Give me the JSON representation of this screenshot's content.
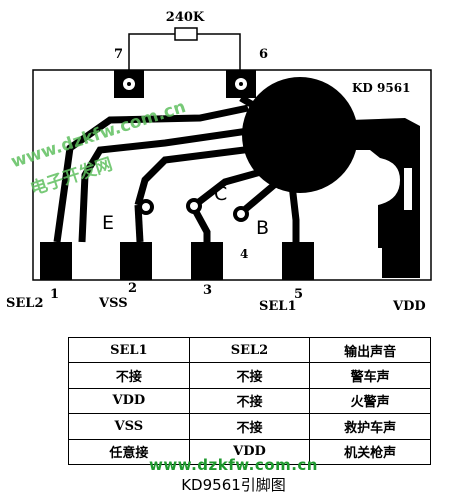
{
  "resistor": {
    "value": "240K"
  },
  "chip": {
    "name": "KD 9561"
  },
  "pins": {
    "p7": "7",
    "p6": "6",
    "p1": "1",
    "p2": "2",
    "p3": "3",
    "p4": "4",
    "p5": "5"
  },
  "pin_names": {
    "sel2": "SEL2",
    "vss": "VSS",
    "sel1": "SEL1",
    "vdd": "VDD"
  },
  "transistor": {
    "e": "E",
    "c": "C",
    "b": "B"
  },
  "watermark": {
    "diagonal": "www.dzkfw.com.cn",
    "diagonal_cn": "电子开发网",
    "bottom": "www.dzkfw.com.cn"
  },
  "table": {
    "headers": [
      "SEL1",
      "SEL2",
      "输出声音"
    ],
    "rows": [
      [
        "不接",
        "不接",
        "警车声"
      ],
      [
        "VDD",
        "不接",
        "火警声"
      ],
      [
        "VSS",
        "不接",
        "救护车声"
      ],
      [
        "任意接",
        "VDD",
        "机关枪声"
      ]
    ]
  },
  "caption": "KD9561引脚图"
}
